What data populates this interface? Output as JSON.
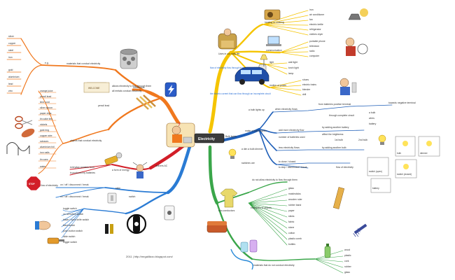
{
  "center": {
    "title": "Electricity"
  },
  "footer": "2011 | http://mrgalilizzo.blogspot.com/",
  "branches": {
    "conductors": {
      "label": "conductors",
      "sub1": "allows electricity to flow through them",
      "sub2": "all metals conduct electricity",
      "sub3": "materials that conduct electricity",
      "metals_label": "e.g.",
      "metals": [
        "silver",
        "copper",
        "steel",
        "iron",
        "gold",
        "aluminium",
        "lead",
        "zinc"
      ],
      "welcome": "WELCOME",
      "pencil_lead": "pencil lead",
      "objects_label": "objects that conduct electricity",
      "objects": [
        "orange juice",
        "pencil lead",
        "lime cord",
        "silver spoon",
        "paper clips",
        "tin cake tins",
        "nickels",
        "gold ring",
        "copper wire",
        "scissors",
        "aluminium foil",
        "iron nails",
        "tin cans",
        "water"
      ]
    },
    "batteries": {
      "label": "a form of energy",
      "sub1": "everyday portable form",
      "sub2": "is produced by batteries",
      "sub3": "delivers AC"
    },
    "switches": {
      "label": "switch",
      "stop": "STOP",
      "flow_label": "flow of electricity",
      "on_off": "on / off / disconnect / break",
      "slide": "slide",
      "types": [
        "toggle switch",
        "on off button switch",
        "blade / open knife switch",
        "twist switch",
        "push button switch",
        "slide switch",
        "trigger switch"
      ]
    },
    "daily_life": {
      "label": "Uses in our daily life",
      "heating": "heating or cooking",
      "heating_items": [
        "iron",
        "air conditioner",
        "fan",
        "electric kettle",
        "refrigerator",
        "clothes dryer"
      ],
      "communication": "communication",
      "communication_items": [
        "portable phone",
        "television",
        "radio",
        "computer"
      ],
      "light": "light",
      "light_items": [
        "wall light",
        "torch light",
        "lamp"
      ],
      "motion": "motion or power",
      "motion_items": [
        "shoes",
        "electric trains",
        "blender",
        "drill"
      ],
      "flow_note": "flow of electricity flow through from in a complete circuit",
      "car_note": "the electric current that can flow through an incomplete circuit"
    },
    "bulb": {
      "label": "Bulb lights",
      "q1": "a bulb lights up",
      "a1": "when electricity flows",
      "a1b": "from batteries positive terminal",
      "a1c": "through complete circuit",
      "a1d": "towards negative terminal",
      "a1e": [
        "a bulb",
        "wires",
        "battery"
      ],
      "q2": "make a bulb brighter",
      "a2": "add more electricity flow",
      "a2b": "by adding another battery",
      "a2c": "affect the brightness",
      "a2d": "number of batteries used",
      "a2e": "1st bulb",
      "a2f": "2nd bulb",
      "q3": "a dim a bulb dimmer",
      "a3": "less electricity flows",
      "a3b": "by adding another bulb",
      "q4": "switches are",
      "a4": "to close / closed",
      "a4b": "to stop / disconnect / break",
      "a4c": "flow of electricity",
      "bulb_labels": [
        "bulb",
        "dimmer",
        "battery",
        "switch (open)",
        "switch (closed)"
      ]
    },
    "insulators": {
      "label": "non-conductors",
      "sub1": "do not allow electricity to flow through them",
      "examples_label": "examples of objects",
      "examples": [
        "glass",
        "matchsticks",
        "wooden ruler",
        "rubber band",
        "paper",
        "sticks",
        "fabric",
        "stone",
        "cotton",
        "plastic comb",
        "bottles"
      ],
      "materials_label": "materials that do not conduct electricity",
      "materials": [
        "wood",
        "plastic",
        "cork",
        "rubber",
        "glass"
      ]
    }
  },
  "colors": {
    "conductors": "#f0781e",
    "batteries": "#d21e28",
    "switches": "#2a7bd4",
    "daily_life": "#f5c400",
    "bulb": "#1f5fb8",
    "insulators": "#3aa64a"
  }
}
